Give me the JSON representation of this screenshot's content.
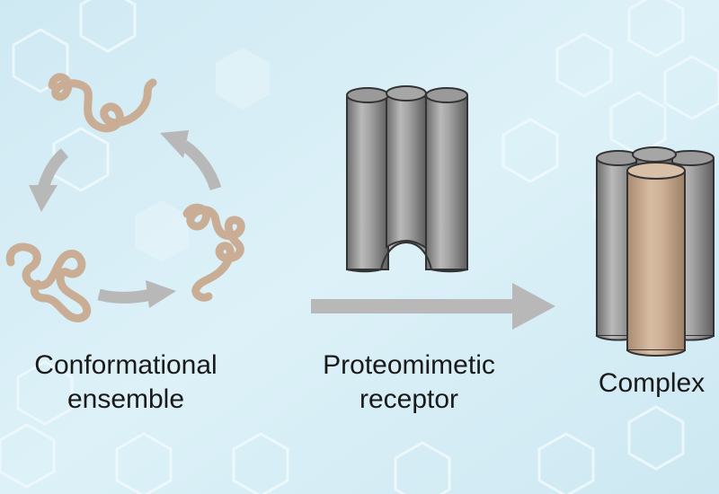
{
  "labels": {
    "ensemble": {
      "line1": "Conformational",
      "line2": "ensemble"
    },
    "receptor": {
      "line1": "Proteomimetic",
      "line2": "receptor"
    },
    "complex": {
      "line1": "Complex"
    }
  },
  "colors": {
    "background": "#d7eef6",
    "peptide": "#c9ae95",
    "cylinder_gray": "#8f8f8f",
    "cylinder_tan": "#cdb096",
    "arrow": "#b8b8b8",
    "hexagon": "#eaf7fb"
  },
  "icons": {
    "peptide_states": [
      "helix-coil-icon",
      "folded-coil-icon",
      "random-coil-icon"
    ],
    "cycle_arrows": [
      "arrow-down-left-icon",
      "arrow-right-icon",
      "arrow-up-left-icon"
    ],
    "receptor": "three-helix-bundle-icon",
    "complex": "four-helix-bundle-icon",
    "reaction_arrow": "reaction-arrow-icon"
  }
}
